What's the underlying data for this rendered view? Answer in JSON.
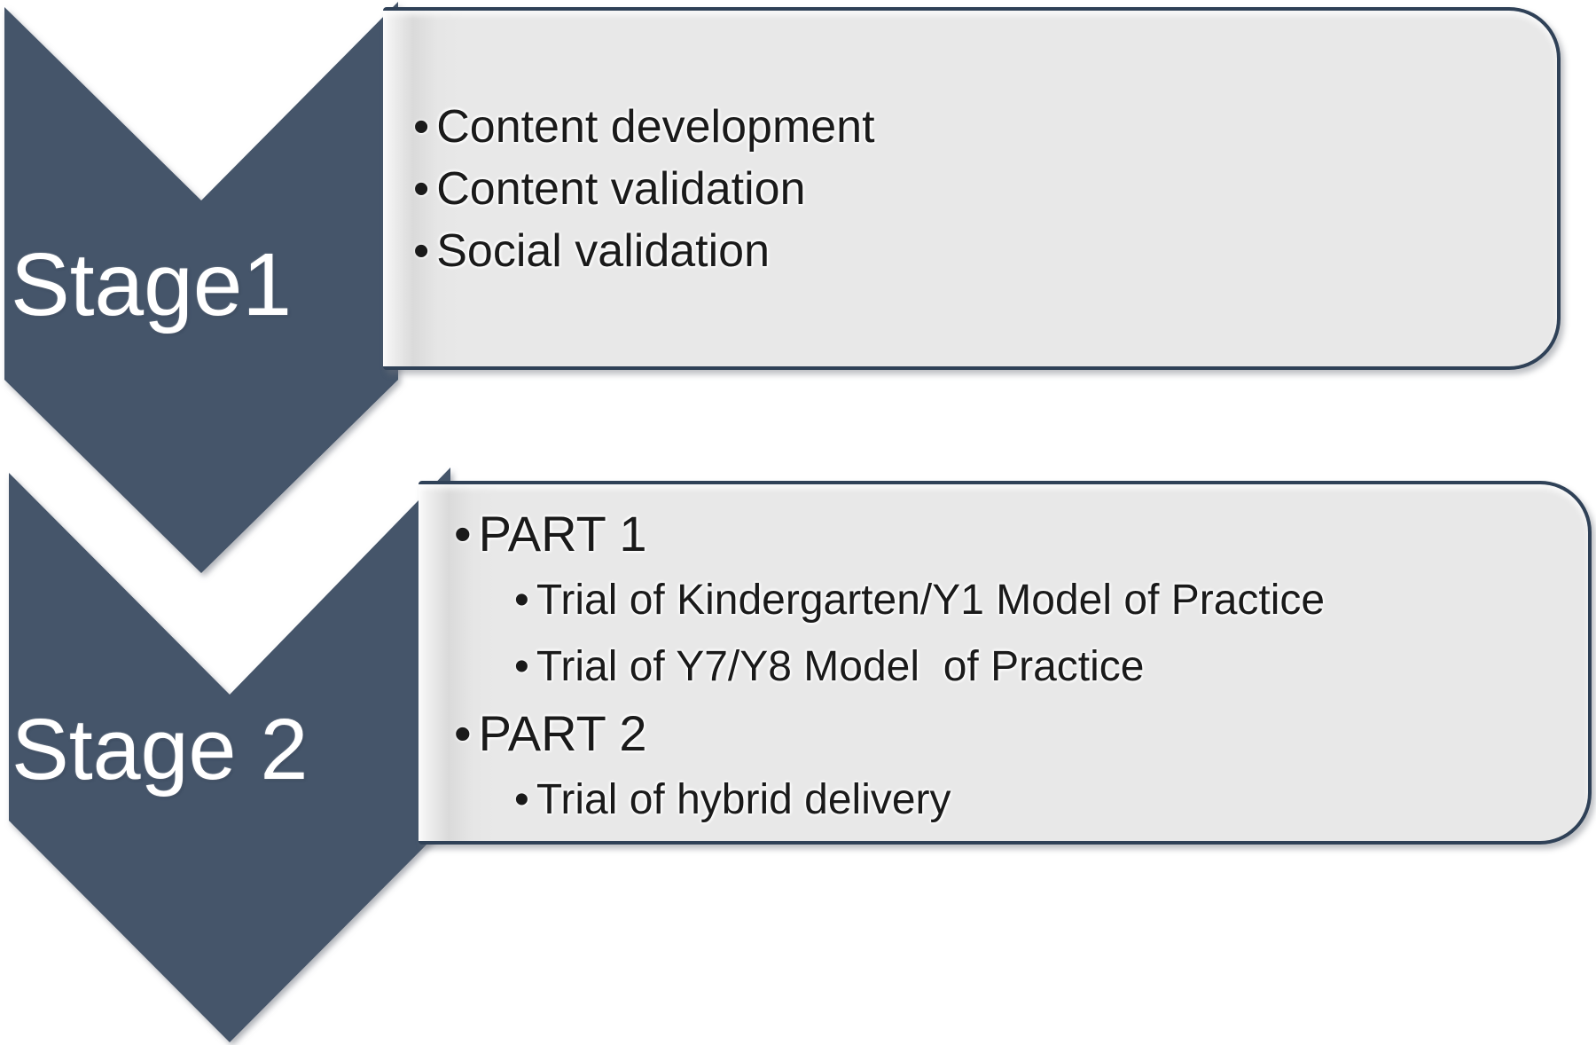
{
  "colors": {
    "chevron_fill": "#44546A",
    "box_fill": "#E8E8E8",
    "box_border": "#2F4157",
    "body_text": "#1A1A1A",
    "stage_text": "#FFFFFF",
    "background": "#FFFFFF"
  },
  "glyphs": {
    "bullet": "•"
  },
  "stages": [
    {
      "label": "Stage1",
      "items": [
        {
          "level": 1,
          "text": "Content development"
        },
        {
          "level": 1,
          "text": "Content validation"
        },
        {
          "level": 1,
          "text": "Social validation"
        }
      ]
    },
    {
      "label": "Stage 2",
      "items": [
        {
          "level": 1,
          "text": "PART 1"
        },
        {
          "level": 2,
          "text": "Trial of Kindergarten/Y1 Model of Practice"
        },
        {
          "level": 2,
          "text": "Trial of Y7/Y8 Model  of Practice"
        },
        {
          "level": 1,
          "text": "PART 2"
        },
        {
          "level": 2,
          "text": "Trial of hybrid delivery"
        }
      ]
    }
  ]
}
